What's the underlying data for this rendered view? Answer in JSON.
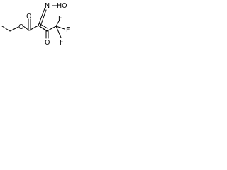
{
  "molecule": {
    "atom_labels": {
      "ester_oxygen": "O",
      "carbonyl_oxygen_ester": "O",
      "imine_nitrogen": "N",
      "hydroxyl": "HO",
      "ketone_oxygen": "O",
      "fluorine_top": "F",
      "fluorine_right": "F",
      "fluorine_bottom": "F"
    },
    "bond_color": "#000000",
    "label_color": "#000000",
    "background": "#ffffff"
  }
}
